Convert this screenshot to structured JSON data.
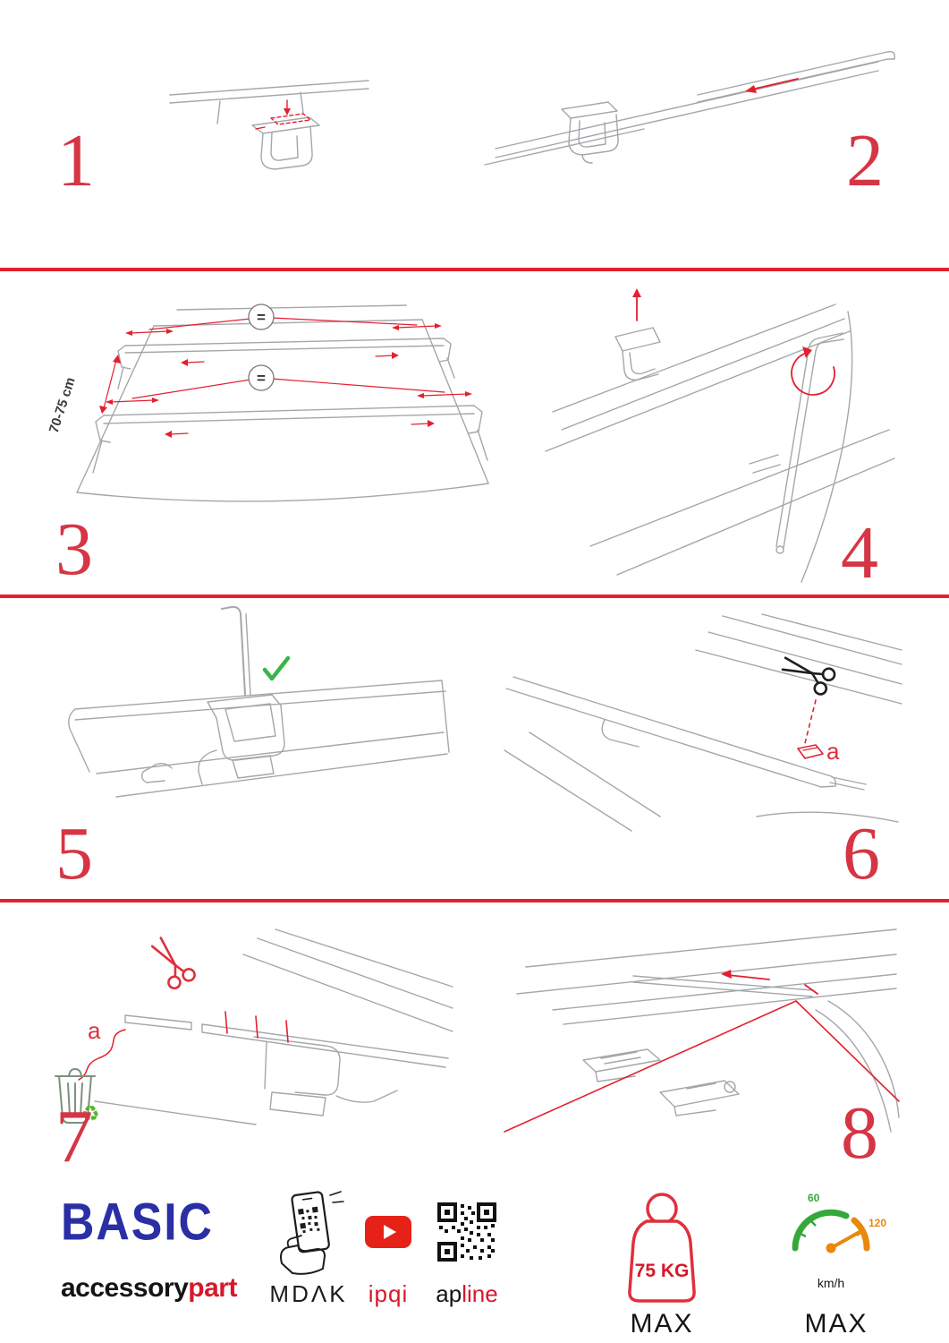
{
  "colors": {
    "accent_red": "#e32030",
    "number_red": "#d53544",
    "brand_blue": "#2a2fa6",
    "brand_red": "#d7182a",
    "check_green": "#3bb34a",
    "recycle_green": "#55b42e",
    "speed_green": "#35a83a",
    "speed_orange": "#e8880c"
  },
  "steps": [
    {
      "number": "1"
    },
    {
      "number": "2"
    },
    {
      "number": "3"
    },
    {
      "number": "4"
    },
    {
      "number": "5"
    },
    {
      "number": "6"
    },
    {
      "number": "7"
    },
    {
      "number": "8"
    }
  ],
  "step3": {
    "equals": "=",
    "dimension_label": "70-75 cm"
  },
  "step6": {
    "part_label": "a"
  },
  "step7": {
    "part_label": "a"
  },
  "icons": {
    "check": "✓",
    "scissors": "✂",
    "recycle": "♻"
  },
  "footer": {
    "brand": "BASIC",
    "brand_sub_1": "accessory",
    "brand_sub_2": "part",
    "app_label": "MDΛK",
    "youtube_label": "ipqi",
    "qr_label_1": "ap",
    "qr_label_2": "line",
    "weight_value": "75 KG",
    "weight_max": "MAX",
    "speed_min": "60",
    "speed_max_value": "120",
    "speed_unit": "km/h",
    "speed_max_label": "MAX"
  }
}
